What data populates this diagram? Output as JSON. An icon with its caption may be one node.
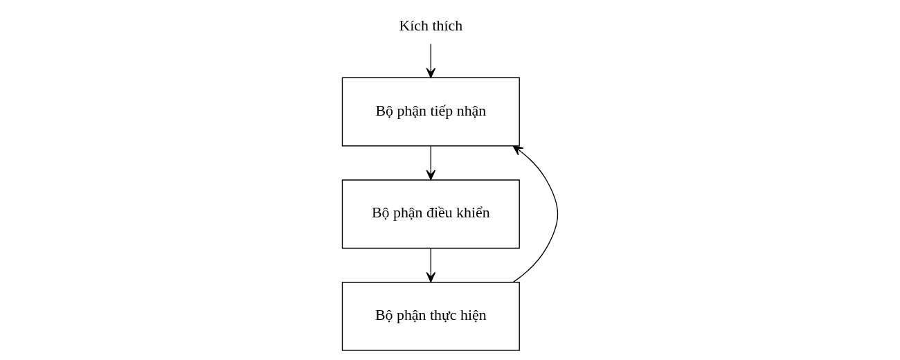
{
  "diagram": {
    "nodes": [
      {
        "text": [
          "Kích thích"
        ]
      },
      {
        "text": [
          "Bộ phận tiếp nhận"
        ]
      },
      {
        "text": [
          "Bộ phận điều khiển"
        ]
      },
      {
        "text": [
          "Bộ phận thực hiện"
        ]
      }
    ],
    "edges": [
      {
        "from": 0,
        "to": 1,
        "arrow": "to"
      },
      {
        "from": 1,
        "to": 2,
        "arrow": "to"
      },
      {
        "from": 2,
        "to": 3,
        "arrow": "to"
      },
      {
        "from": 3,
        "to": 1,
        "arrow": "to"
      }
    ]
  }
}
